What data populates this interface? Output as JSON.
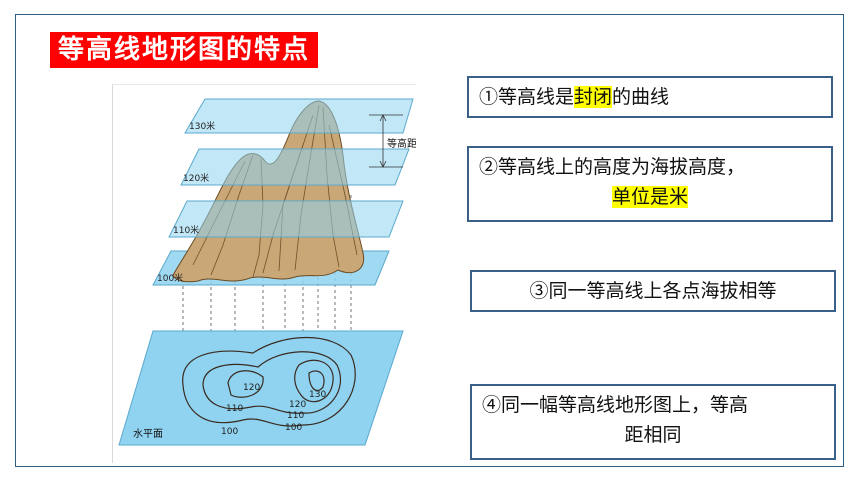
{
  "title": "等高线地形图的特点",
  "diagram": {
    "labels": {
      "contour_interval": "等高距",
      "plane_130": "130米",
      "plane_120": "120米",
      "plane_110": "110米",
      "plane_100": "100米",
      "horizontal_plane": "水平面",
      "contour_100a": "100",
      "contour_100b": "100",
      "contour_110a": "110",
      "contour_110b": "110",
      "contour_120a": "120",
      "contour_120b": "120",
      "contour_130": "130"
    }
  },
  "points": {
    "p1": {
      "pre": "①等高线是",
      "hl": "封闭",
      "post": "的曲线"
    },
    "p2": {
      "line1": "②等高线上的高度为海拔高度，",
      "hl": "单位是米"
    },
    "p3": {
      "text": "③同一等高线上各点海拔相等"
    },
    "p4": {
      "line1": "④同一幅等高线地形图上，等高",
      "line2": "距相同"
    }
  },
  "colors": {
    "title_bg": "#ff0000",
    "highlight": "#ffff00",
    "box_border": "#3a5f88",
    "plane_fill": "#8fd3f0"
  }
}
